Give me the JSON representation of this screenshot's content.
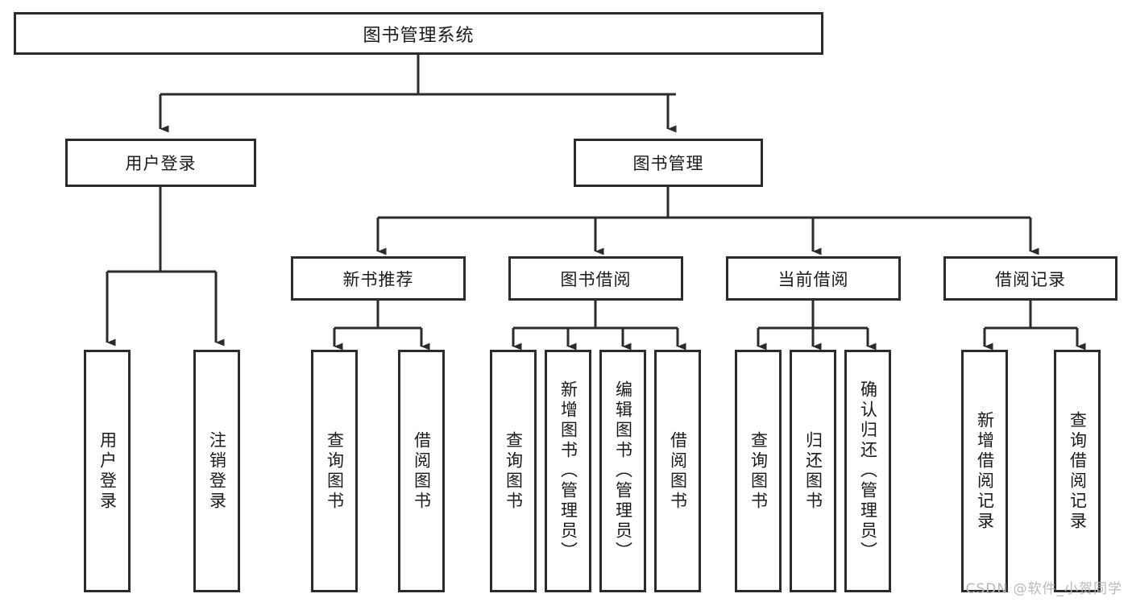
{
  "diagram": {
    "title": "图书管理系统",
    "watermark": "CSDN @软件_小贺同学",
    "colors": {
      "background": "#ffffff",
      "box_border": "#2b2b2b",
      "box_fill": "#ffffff",
      "connector": "#2b2b2b",
      "text": "#1a1a1a",
      "watermark": "#b9b9b9"
    },
    "root": {
      "label": "图书管理系统"
    },
    "level2": [
      {
        "id": "user-login",
        "label": "用户登录"
      },
      {
        "id": "book-management",
        "label": "图书管理"
      }
    ],
    "level3": [
      {
        "id": "new-book-recommend",
        "label": "新书推荐"
      },
      {
        "id": "book-borrow",
        "label": "图书借阅"
      },
      {
        "id": "current-borrow",
        "label": "当前借阅"
      },
      {
        "id": "borrow-record",
        "label": "借阅记录"
      }
    ],
    "leaves": {
      "user_login": [
        {
          "id": "leaf-user-login",
          "label": "用户登录"
        },
        {
          "id": "leaf-user-logout",
          "label": "注销登录"
        }
      ],
      "new_book_recommend": [
        {
          "id": "leaf-query-book-1",
          "label": "查询图书"
        },
        {
          "id": "leaf-borrow-book-1",
          "label": "借阅图书"
        }
      ],
      "book_borrow": [
        {
          "id": "leaf-query-book-2",
          "label": "查询图书"
        },
        {
          "id": "leaf-add-book",
          "label": "新增图书（管理员）"
        },
        {
          "id": "leaf-edit-book",
          "label": "编辑图书（管理员）"
        },
        {
          "id": "leaf-borrow-book-2",
          "label": "借阅图书"
        }
      ],
      "current_borrow": [
        {
          "id": "leaf-query-book-3",
          "label": "查询图书"
        },
        {
          "id": "leaf-return-book",
          "label": "归还图书"
        },
        {
          "id": "leaf-confirm-return",
          "label": "确认归还（管理员）"
        }
      ],
      "borrow_record": [
        {
          "id": "leaf-add-record",
          "label": "新增借阅记录"
        },
        {
          "id": "leaf-query-record",
          "label": "查询借阅记录"
        }
      ]
    }
  }
}
